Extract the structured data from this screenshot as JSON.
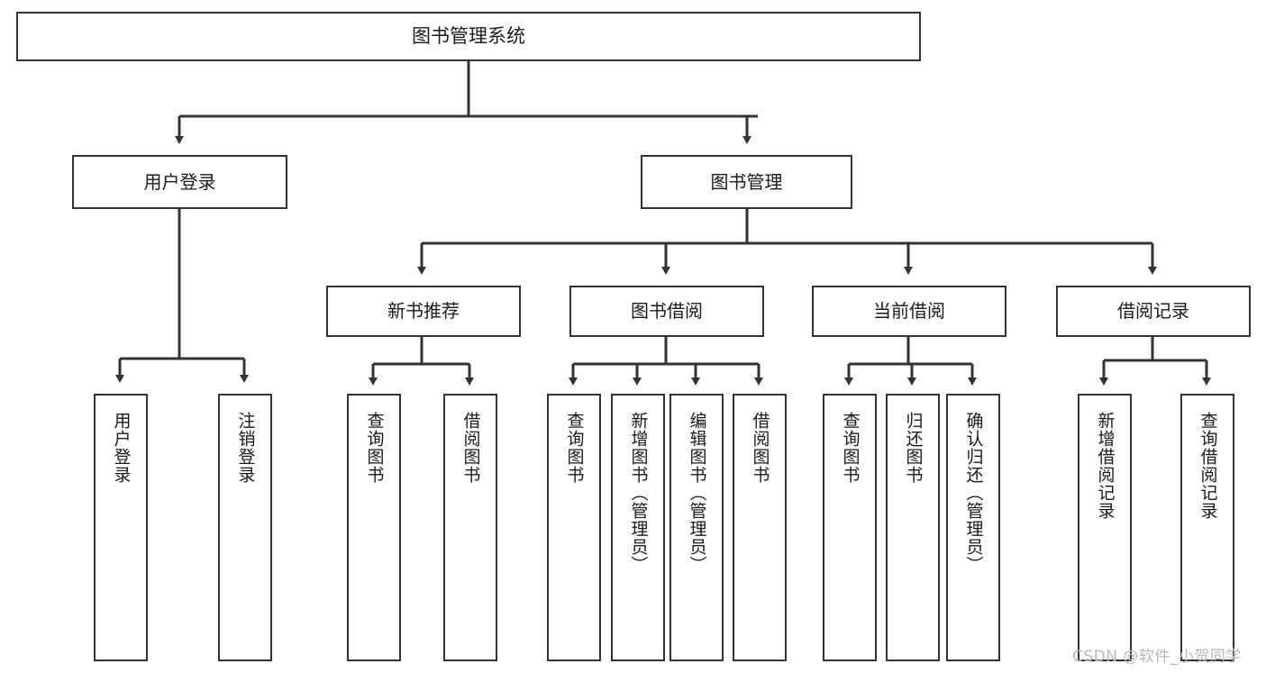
{
  "diagram": {
    "kind": "functional-structure-tree",
    "title": "图书管理系统",
    "colors": {
      "background": "#ffffff",
      "node_border": "#333333",
      "node_fill": "#ffffff",
      "edge": "#333333",
      "text": "#1a1a1a",
      "watermark": "#b9b9b9"
    },
    "nodes": {
      "root": {
        "label": "图书管理系统"
      },
      "level2": [
        {
          "id": "user-login",
          "label": "用户登录"
        },
        {
          "id": "book-management",
          "label": "图书管理"
        }
      ],
      "level3": [
        {
          "id": "new-book-recommend",
          "label": "新书推荐"
        },
        {
          "id": "book-borrow",
          "label": "图书借阅"
        },
        {
          "id": "current-borrow",
          "label": "当前借阅"
        },
        {
          "id": "borrow-record",
          "label": "借阅记录"
        }
      ],
      "leaves": {
        "user-login": [
          {
            "id": "leaf-user-login",
            "label": "用户登录"
          },
          {
            "id": "leaf-logout-login",
            "label": "注销登录"
          }
        ],
        "new-book-recommend": [
          {
            "id": "leaf-query-book-1",
            "label": "查询图书"
          },
          {
            "id": "leaf-borrow-book-1",
            "label": "借阅图书"
          }
        ],
        "book-borrow": [
          {
            "id": "leaf-query-book-2",
            "label": "查询图书"
          },
          {
            "id": "leaf-add-book",
            "label": "新增图书（管理员）"
          },
          {
            "id": "leaf-edit-book",
            "label": "编辑图书（管理员）"
          },
          {
            "id": "leaf-borrow-book-2",
            "label": "借阅图书"
          }
        ],
        "current-borrow": [
          {
            "id": "leaf-query-book-3",
            "label": "查询图书"
          },
          {
            "id": "leaf-return-book",
            "label": "归还图书"
          },
          {
            "id": "leaf-confirm-return",
            "label": "确认归还（管理员）"
          }
        ],
        "borrow-record": [
          {
            "id": "leaf-add-borrow-record",
            "label": "新增借阅记录"
          },
          {
            "id": "leaf-query-borrow-record",
            "label": "查询借阅记录"
          }
        ]
      }
    },
    "watermark": "CSDN @软件_小贺同学"
  }
}
